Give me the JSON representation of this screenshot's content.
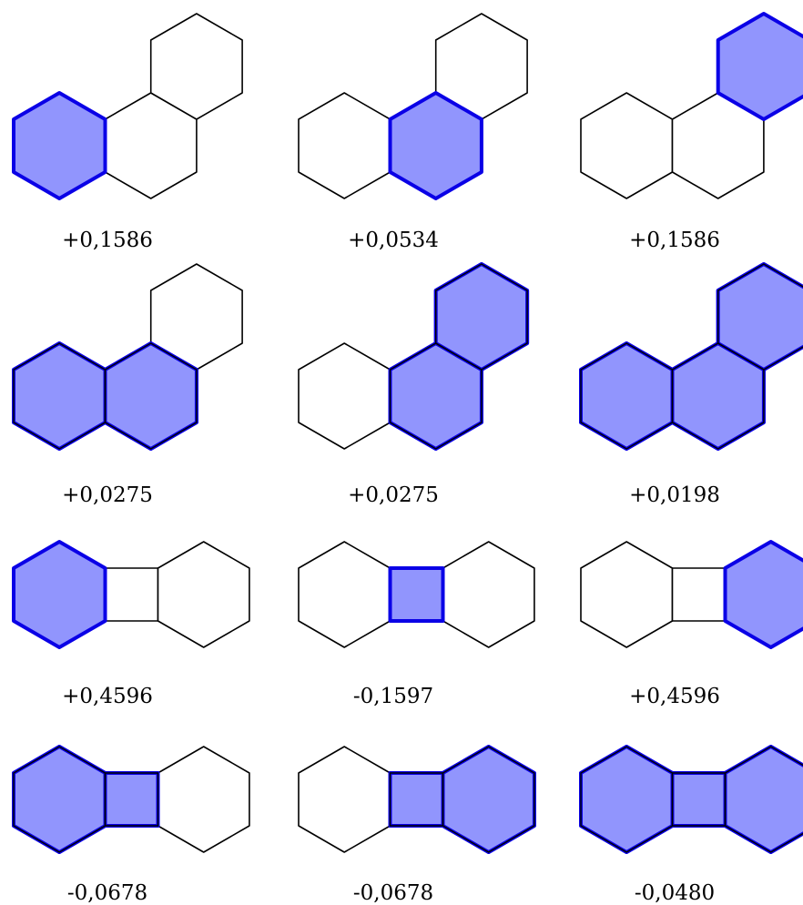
{
  "colors": {
    "highlight_fill": "#9195fd",
    "highlight_stroke": "#0a00e6",
    "line": "#000000",
    "background": "#ffffff"
  },
  "panels": [
    {
      "name": "panel-phenanthrene-1",
      "molecule": "phenanthrene",
      "highlighted": [
        "A"
      ],
      "value": "+0,1586"
    },
    {
      "name": "panel-phenanthrene-2",
      "molecule": "phenanthrene",
      "highlighted": [
        "B"
      ],
      "value": "+0,0534"
    },
    {
      "name": "panel-phenanthrene-3",
      "molecule": "phenanthrene",
      "highlighted": [
        "C"
      ],
      "value": "+0,1586"
    },
    {
      "name": "panel-phenanthrene-4",
      "molecule": "phenanthrene",
      "highlighted": [
        "A",
        "B"
      ],
      "value": "+0,0275"
    },
    {
      "name": "panel-phenanthrene-5",
      "molecule": "phenanthrene",
      "highlighted": [
        "B",
        "C"
      ],
      "value": "+0,0275"
    },
    {
      "name": "panel-phenanthrene-6",
      "molecule": "phenanthrene",
      "highlighted": [
        "A",
        "B",
        "C"
      ],
      "value": "+0,0198"
    },
    {
      "name": "panel-biphenylene-1",
      "molecule": "biphenylene",
      "highlighted": [
        "L"
      ],
      "value": "+0,4596"
    },
    {
      "name": "panel-biphenylene-2",
      "molecule": "biphenylene",
      "highlighted": [
        "S"
      ],
      "value": "-0,1597"
    },
    {
      "name": "panel-biphenylene-3",
      "molecule": "biphenylene",
      "highlighted": [
        "R"
      ],
      "value": "+0,4596"
    },
    {
      "name": "panel-biphenylene-4",
      "molecule": "biphenylene",
      "highlighted": [
        "L",
        "S"
      ],
      "value": "-0,0678"
    },
    {
      "name": "panel-biphenylene-5",
      "molecule": "biphenylene",
      "highlighted": [
        "S",
        "R"
      ],
      "value": "-0,0678"
    },
    {
      "name": "panel-biphenylene-6",
      "molecule": "biphenylene",
      "highlighted": [
        "L",
        "S",
        "R"
      ],
      "value": "-0,0480"
    }
  ]
}
